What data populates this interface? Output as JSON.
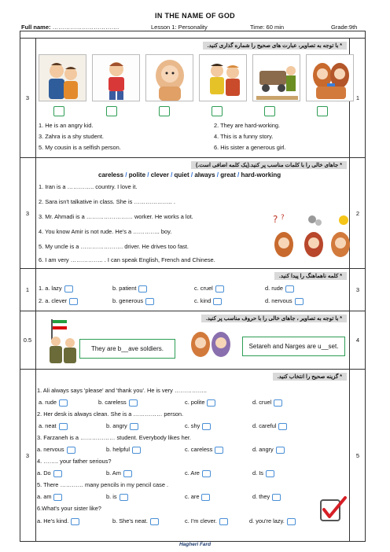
{
  "header": {
    "title": "IN THE NAME OF GOD",
    "full_name_label": "Full name:",
    "full_name_dots": "…………………………….",
    "lesson": "Lesson 1: Personality",
    "time": "Time: 60 min",
    "grade": "Grade:9th"
  },
  "sections": [
    {
      "score": "3",
      "number": "1",
      "instruction": "* با توجه به تصاویر، عبارت های صحیح را شماره گذاری کنید.",
      "items": [
        "1. He is an angry kid.",
        "2. They are hard-working.",
        "3. Zahra is a shy student.",
        "4. This is a funny story.",
        "5. My cousin is a selfish person.",
        "6. His sister a generous girl."
      ]
    },
    {
      "score": "3",
      "number": "2",
      "instruction": "* جاهای خالی را با کلمات مناسب پر کنید.(یک کلمه اضافی است.)",
      "word_bank": [
        "careless",
        "polite",
        "clever",
        "quiet",
        "always",
        "great",
        "hard-working"
      ],
      "word_bank_sep": " / ",
      "items": [
        "1.   Iran is a ………….. country. I love it.",
        "2.   Sara isn't talkative in class. She is ……………….. .",
        "3.   Mr. Ahmadi is a …………………… worker. He works a lot.",
        "4.   You know Amir is not rude. He's a ………….. boy.",
        "5.   My uncle is a …………………. driver. He drives too fast.",
        "6.   I am very …………….. . I can speak English, French and Chinese."
      ]
    },
    {
      "score": "1",
      "number": "3",
      "instruction": "* کلمه ناهماهنگ را پیدا کنید.",
      "rows": [
        [
          "1.   a. lazy",
          "b. patient",
          "c. cruel",
          "d. rude"
        ],
        [
          "2.   a. clever",
          "b. generous",
          "c. kind",
          "d. nervous"
        ]
      ]
    },
    {
      "score": "0.5",
      "number": "4",
      "instruction": "* با توجه به تصاویر ، جاهای خالی را با حروف مناسب پر کنید.",
      "box1": "They are b__ave soldiers.",
      "box2": "Setareh and Narges are u__set."
    },
    {
      "score": "3",
      "number": "5",
      "instruction": "* گزینه صحیح را انتخاب کنید.",
      "questions": [
        {
          "q": "1. Ali always says 'please' and 'thank you'. He is very ……………..",
          "opts": [
            "a. rude",
            "b. careless",
            "c. polite",
            "d. cruel"
          ]
        },
        {
          "q": "2. Her desk is always clean. She is a …………… person.",
          "opts": [
            "a. neat",
            "b. angry",
            "c. shy",
            "d. careful"
          ]
        },
        {
          "q": "3. Farzaneh is a ……………… student. Everybody likes her.",
          "opts": [
            "a. nervous",
            "b. helpful",
            "c. careless",
            "d. angry"
          ]
        },
        {
          "q": "4. …….. your father serious?",
          "opts": [
            "a. Do",
            "b. Am",
            "c. Are",
            "d. Is"
          ]
        },
        {
          "q": "5. There ………… many pencils in my pencil case .",
          "opts": [
            "a. am",
            "b. is",
            "c. are",
            "d. they"
          ]
        },
        {
          "q": "6.What's your sister like?",
          "opts": [
            "a. He's kind.",
            "b. She's neat.",
            "c. I'm clever.",
            "d. you're lazy."
          ]
        }
      ]
    }
  ],
  "footer": "Hagheri Fard",
  "colors": {
    "checkbox_blue": "#4a8fd6",
    "box_green": "#2e9d55",
    "word_slash": "#2c6fd6",
    "banner_grey": "#d9d9d9"
  }
}
